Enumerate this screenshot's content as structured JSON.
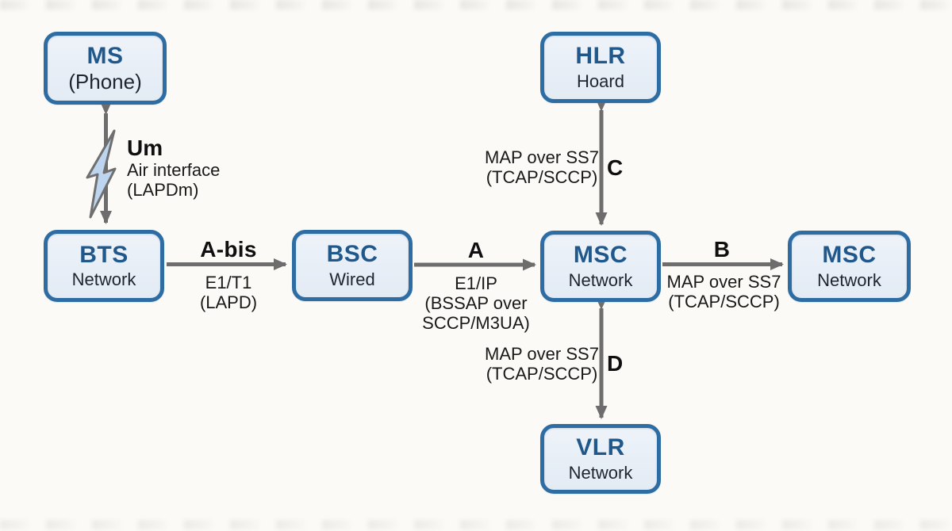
{
  "nodes": {
    "ms": {
      "title": "MS",
      "subtitle": "(Phone)"
    },
    "hlr": {
      "title": "HLR",
      "subtitle": "Hoard"
    },
    "bts": {
      "title": "BTS",
      "subtitle": "Network"
    },
    "bsc": {
      "title": "BSC",
      "subtitle": "Wired"
    },
    "msc_center": {
      "title": "MSC",
      "subtitle": "Network"
    },
    "msc_right": {
      "title": "MSC",
      "subtitle": "Network"
    },
    "vlr": {
      "title": "VLR",
      "subtitle": "Network"
    }
  },
  "links": {
    "um": {
      "label": "Um",
      "detail_lines": [
        "Air interface",
        "(LAPDm)"
      ]
    },
    "abis": {
      "label": "A-bis",
      "detail_lines": [
        "E1/T1",
        "(LAPD)"
      ]
    },
    "a": {
      "label": "A",
      "detail_lines": [
        "E1/IP",
        "(BSSAP over",
        "SCCP/M3UA)"
      ]
    },
    "b": {
      "label": "B",
      "detail_lines": [
        "MAP over SS7",
        "(TCAP/SCCP)"
      ]
    },
    "c": {
      "label": "C",
      "detail_lines": [
        "MAP over SS7",
        "(TCAP/SCCP)"
      ]
    },
    "d": {
      "label": "D",
      "detail_lines": [
        "MAP over SS7",
        "(TCAP/SCCP)"
      ]
    }
  },
  "colors": {
    "background": "#fbfaf7",
    "node_border": "#2e6da4",
    "node_fill": "#e9f0f7",
    "node_title": "#20588c",
    "node_subtitle": "#1e252e",
    "arrow": "#6d6d6d",
    "bolt_fill": "#bdd5ee",
    "label_text": "#111111"
  }
}
